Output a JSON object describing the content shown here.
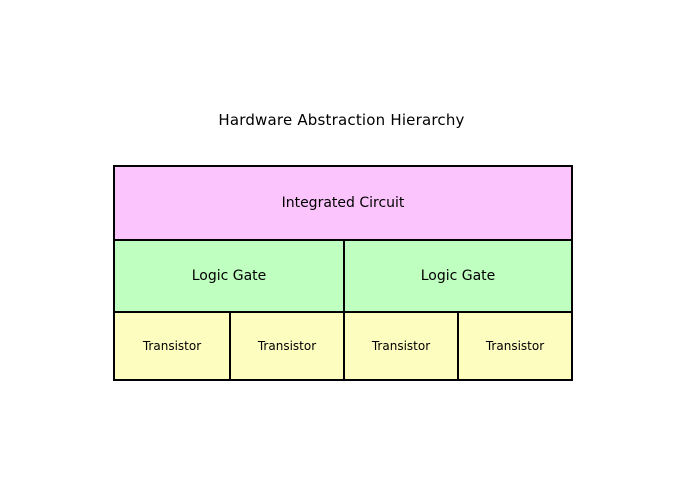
{
  "figure": {
    "title": "Hardware Abstraction Hierarchy",
    "background_color": "#ffffff",
    "border_color": "#000000"
  },
  "hierarchy": {
    "tiers": [
      {
        "level_name": "integrated-circuit",
        "fill_color": "#fcc4fc",
        "cells": [
          {
            "label": "Integrated Circuit"
          }
        ]
      },
      {
        "level_name": "logic-gate",
        "fill_color": "#bfffc0",
        "cells": [
          {
            "label": "Logic Gate"
          },
          {
            "label": "Logic Gate"
          }
        ]
      },
      {
        "level_name": "transistor",
        "fill_color": "#fdfdc0",
        "cells": [
          {
            "label": "Transistor"
          },
          {
            "label": "Transistor"
          },
          {
            "label": "Transistor"
          },
          {
            "label": "Transistor"
          }
        ]
      }
    ]
  }
}
